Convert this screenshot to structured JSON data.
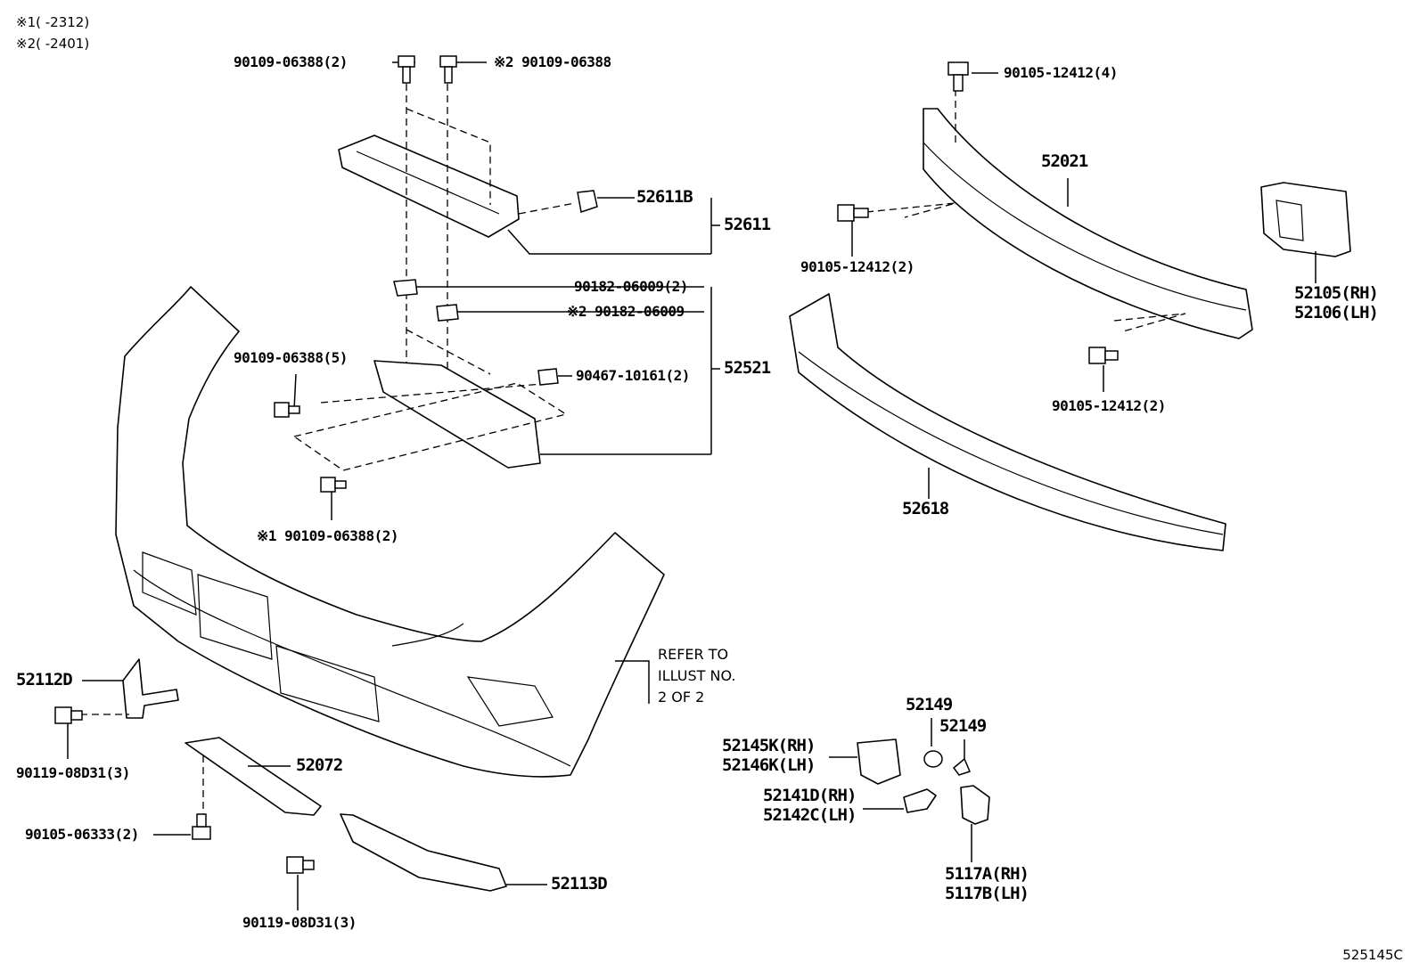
{
  "notes": [
    {
      "mark": "※1",
      "text": "(      -2312)"
    },
    {
      "mark": "※2",
      "text": "(      -2401)"
    }
  ],
  "reference": [
    "REFER TO",
    "ILLUST NO.",
    "2 OF 2"
  ],
  "footer_code": "525145C",
  "parts": {
    "p1": "90109-06388(2)",
    "p2": "※2 90109-06388",
    "p3": "52611B",
    "p4": "52611",
    "p5": "90182-06009(2)",
    "p6": "※2 90182-06009",
    "p7": "90109-06388(5)",
    "p8": "90467-10161(2)",
    "p9": "52521",
    "p10": "※1 90109-06388(2)",
    "p11": "90105-12412(4)",
    "p12": "52021",
    "p13": "90105-12412(2)",
    "p14": "52105(RH)",
    "p15": "52106(LH)",
    "p16": "90105-12412(2)",
    "p17": "52618",
    "p18": "52112D",
    "p19": "90119-08D31(3)",
    "p20": "52072",
    "p21": "90105-06333(2)",
    "p22": "52113D",
    "p23": "90119-08D31(3)",
    "p24": "52149",
    "p25": "52149",
    "p26": "52145K(RH)",
    "p27": "52146K(LH)",
    "p28": "52141D(RH)",
    "p29": "52142C(LH)",
    "p30": "5117A(RH)",
    "p31": "5117B(LH)"
  }
}
